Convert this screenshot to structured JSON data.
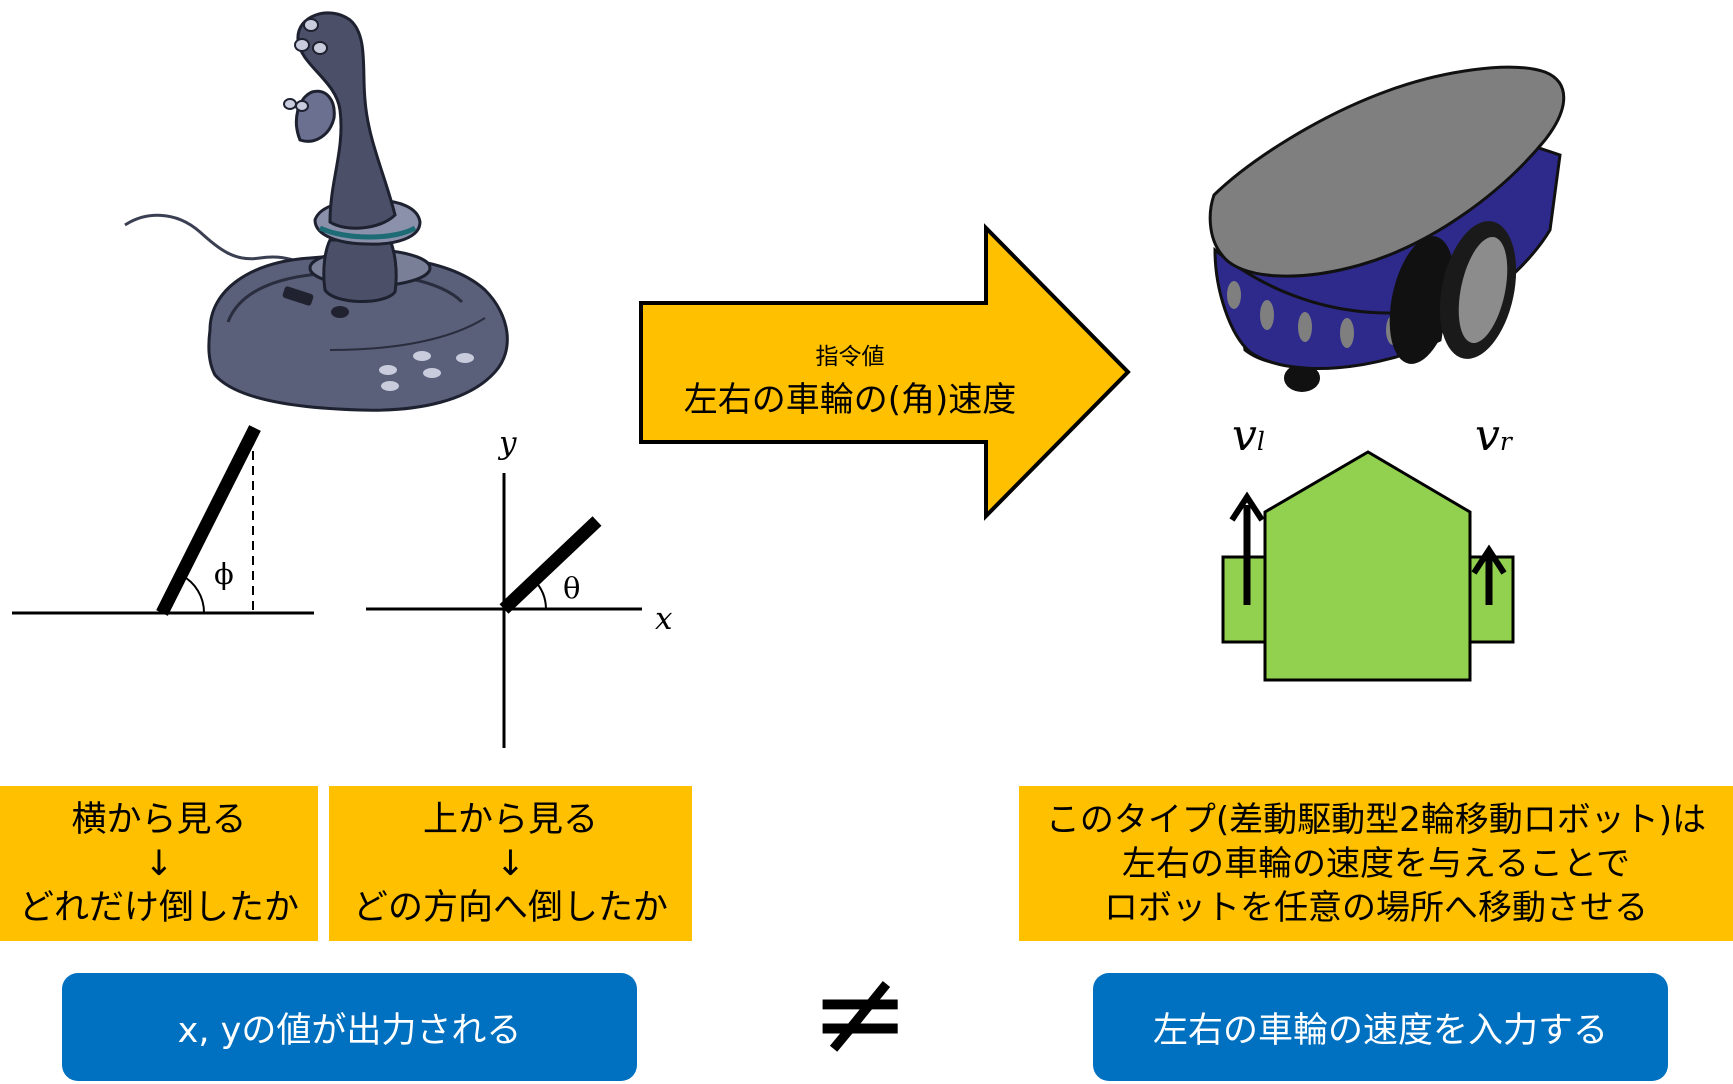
{
  "arrow": {
    "small_label": "指令値",
    "main_label": "左右の車輪の(角)速度"
  },
  "side_view": {
    "angle_symbol": "ϕ"
  },
  "top_view": {
    "angle_symbol": "θ",
    "x_label": "x",
    "y_label": "y"
  },
  "robot": {
    "vl_main": "v",
    "vl_sub": "l",
    "vr_main": "v",
    "vr_sub": "r"
  },
  "captions": {
    "side": [
      "横から見る",
      "↓",
      "どれだけ倒したか"
    ],
    "top": [
      "上から見る",
      "↓",
      "どの方向へ倒したか"
    ],
    "robot": [
      "このタイプ(差動駆動型2輪移動ロボット)は",
      "左右の車輪の速度を与えることで",
      "ロボットを任意の場所へ移動させる"
    ]
  },
  "output_box": "x, yの値が出力される",
  "input_box": "左右の車輪の速度を入力する",
  "not_equal": "≠",
  "colors": {
    "caption_bg": "#FFC000",
    "button_bg": "#0070C0",
    "arrow_fill": "#FFC000",
    "robot_top": "#7F7F7F",
    "robot_body": "#2E2A8C",
    "schematic_green": "#92D050"
  },
  "icons": [
    "joystick-icon",
    "robot-icon"
  ]
}
